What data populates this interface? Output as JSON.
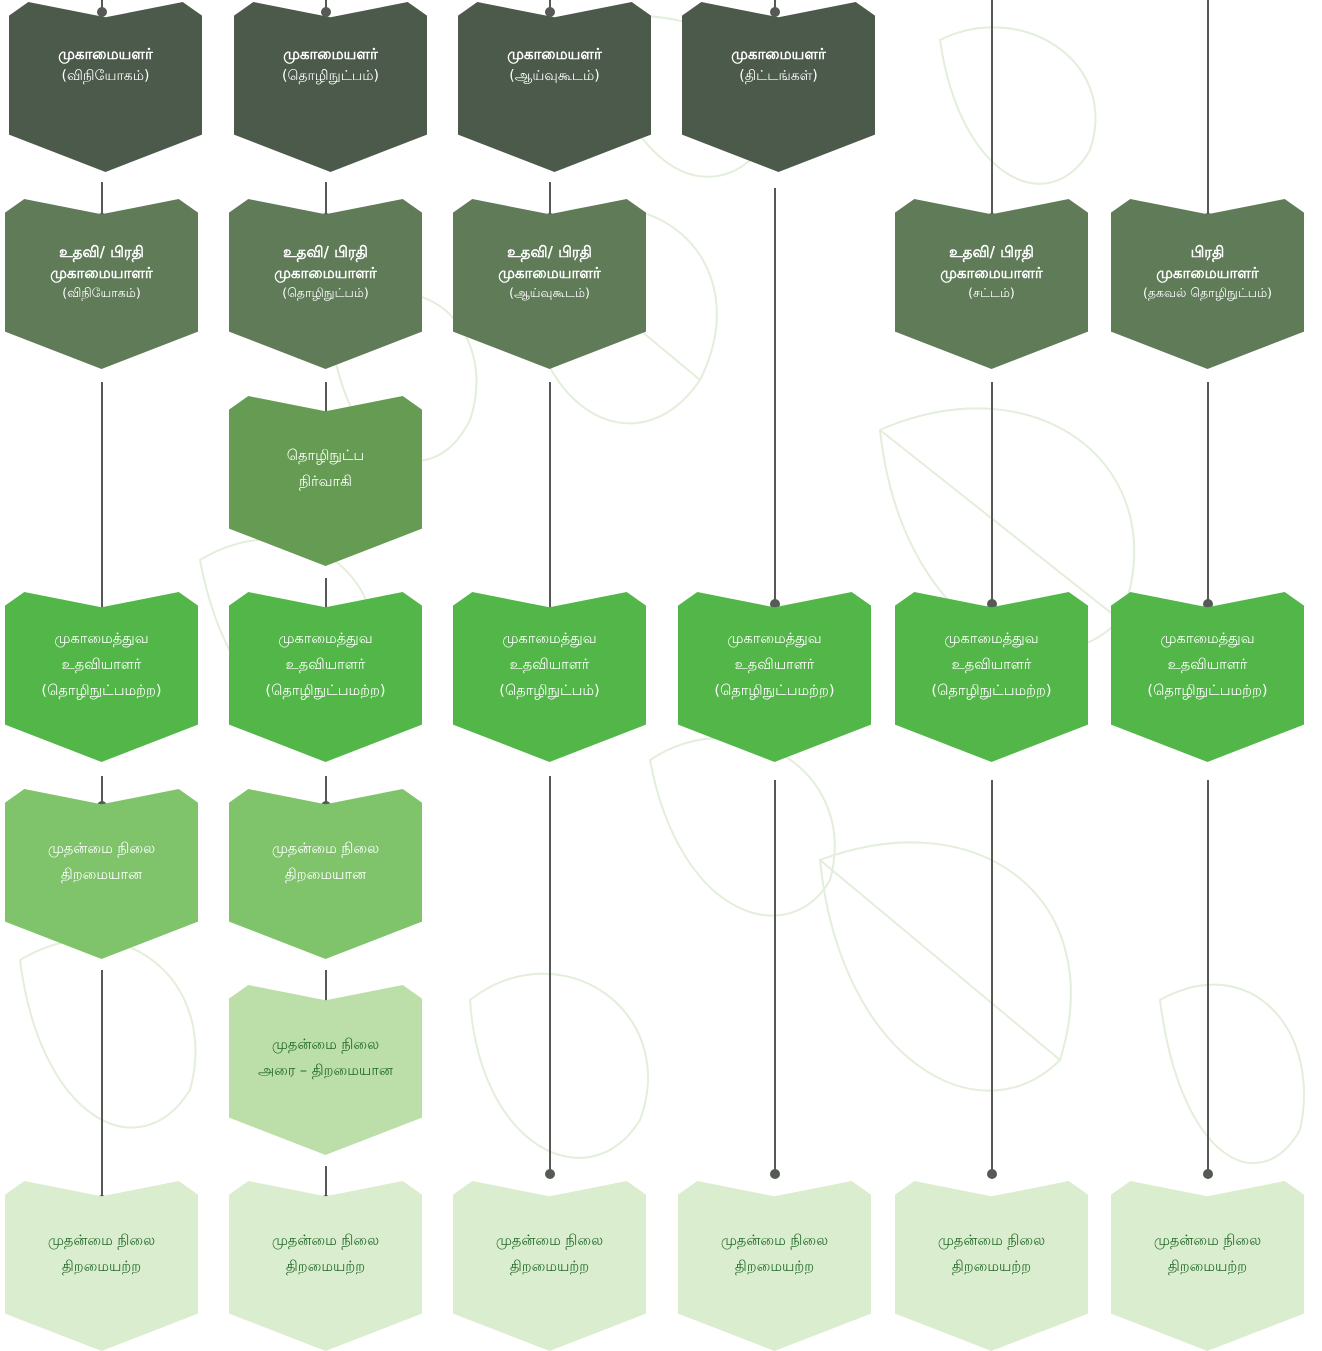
{
  "colors": {
    "level_a": "#4c5a4b",
    "level_b": "#5f7b58",
    "level_c": "#669b54",
    "level_d": "#52b748",
    "level_e": "#7fc46a",
    "level_f": "#bcdea8",
    "level_g": "#dbedcf",
    "connector": "#555a55",
    "light_text": "#226a2a"
  },
  "row1": [
    {
      "title": "முகாமையளர்",
      "sub": "(விநியோகம்)"
    },
    {
      "title": "முகாமையளர்",
      "sub": "(தொழிநுட்பம்)"
    },
    {
      "title": "முகாமையளர்",
      "sub": "(ஆய்வுகூடம்)"
    },
    {
      "title": "முகாமையளர்",
      "sub": "(திட்டங்கள்)"
    }
  ],
  "row2": [
    {
      "title1": "உதவி/ பிரதி",
      "title2": "முகாமையாளர்",
      "sub": "(விநியோகம்)"
    },
    {
      "title1": "உதவி/ பிரதி",
      "title2": "முகாமையாளர்",
      "sub": "(தொழிநுட்பம்)"
    },
    {
      "title1": "உதவி/ பிரதி",
      "title2": "முகாமையாளர்",
      "sub": "(ஆய்வுகூடம்)"
    },
    {
      "title1": "உதவி/ பிரதி",
      "title2": "முகாமையாளர்",
      "sub": "(சட்டம்)"
    },
    {
      "title1": "பிரதி",
      "title2": "முகாமையாளர்",
      "sub": "(தகவல் தொழிநுட்பம்)"
    }
  ],
  "row3": {
    "line1": "தொழிநுட்ப",
    "line2": "நிர்வாகி"
  },
  "row4": [
    {
      "line1": "முகாமைத்துவ",
      "line2": "உதவியாளர்",
      "line3": "(தொழிநுட்பமற்ற)"
    },
    {
      "line1": "முகாமைத்துவ",
      "line2": "உதவியாளர்",
      "line3": "(தொழிநுட்பமற்ற)"
    },
    {
      "line1": "முகாமைத்துவ",
      "line2": "உதவியாளர்",
      "line3": "(தொழிநுட்பம்)"
    },
    {
      "line1": "முகாமைத்துவ",
      "line2": "உதவியாளர்",
      "line3": "(தொழிநுட்பமற்ற)"
    },
    {
      "line1": "முகாமைத்துவ",
      "line2": "உதவியாளர்",
      "line3": "(தொழிநுட்பமற்ற)"
    },
    {
      "line1": "முகாமைத்துவ",
      "line2": "உதவியாளர்",
      "line3": "(தொழிநுட்பமற்ற)"
    }
  ],
  "row5": [
    {
      "line1": "முதன்மை நிலை",
      "line2": "திறமையான"
    },
    {
      "line1": "முதன்மை நிலை",
      "line2": "திறமையான"
    }
  ],
  "row6": {
    "line1": "முதன்மை நிலை",
    "line2": "அரை – திறமையான"
  },
  "row7": [
    {
      "line1": "முதன்மை நிலை",
      "line2": "திறமையற்ற"
    },
    {
      "line1": "முதன்மை நிலை",
      "line2": "திறமையற்ற"
    },
    {
      "line1": "முதன்மை நிலை",
      "line2": "திறமையற்ற"
    },
    {
      "line1": "முதன்மை நிலை",
      "line2": "திறமையற்ற"
    },
    {
      "line1": "முதன்மை நிலை",
      "line2": "திறமையற்ற"
    },
    {
      "line1": "முதன்மை நிலை",
      "line2": "திறமையற்ற"
    }
  ]
}
